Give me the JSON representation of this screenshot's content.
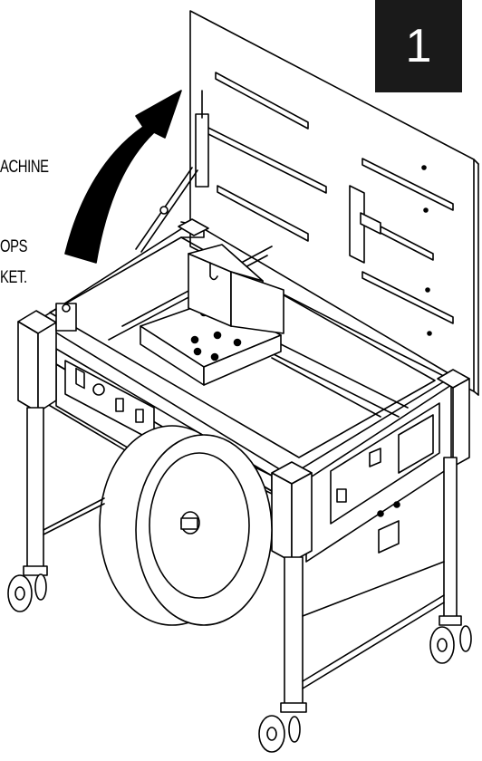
{
  "step": {
    "number": "1"
  },
  "caption_lines": [
    "ACHINE",
    "OPS",
    "KET."
  ],
  "colors": {
    "ink": "#000000",
    "badge": "#1a1a1a",
    "paper": "#ffffff"
  },
  "icons": [
    "rotate-arrow-icon",
    "power-switch-icon",
    "dial-knob-icon",
    "toggle-switch-icon",
    "caster-wheel-icon"
  ]
}
